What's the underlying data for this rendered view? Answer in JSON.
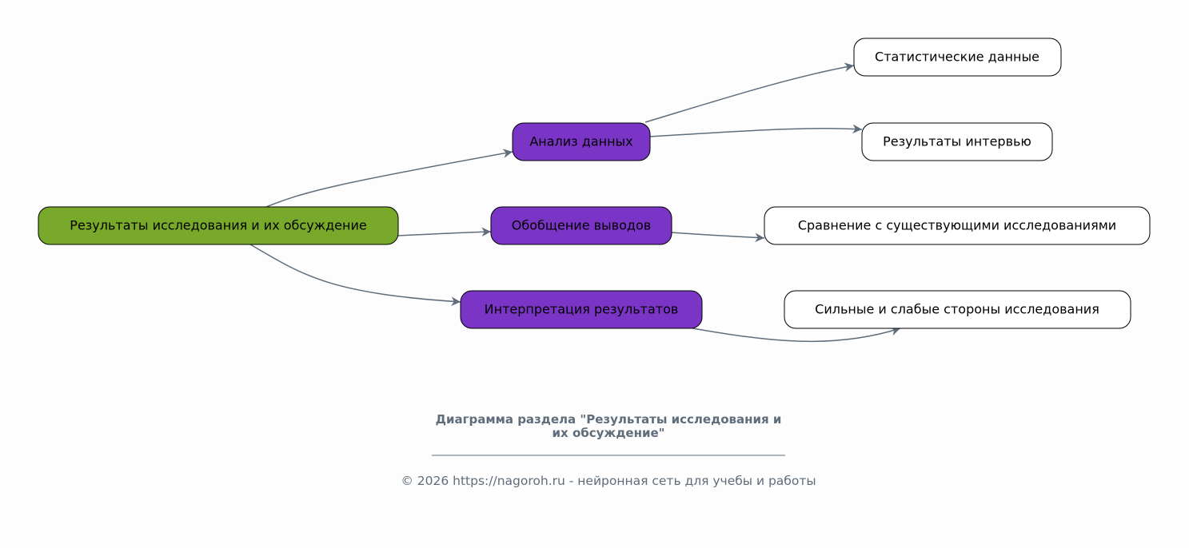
{
  "colors": {
    "root": "#78a92a",
    "branch": "#7b35c6",
    "leaf": "#ffffff",
    "edge": "#5f6d7b",
    "background": "#fdfdfd"
  },
  "nodes": {
    "root": "Результаты исследования и их обсуждение",
    "analysis": "Анализ данных",
    "summary": "Обобщение выводов",
    "interpretation": "Интерпретация результатов",
    "statistics": "Статистические данные",
    "interviews": "Результаты интервью",
    "comparison": "Сравнение с существующими исследованиями",
    "strengths": "Сильные и слабые стороны исследования"
  },
  "caption": {
    "title_line1": "Диаграмма раздела \"Результаты исследования и",
    "title_line2": "их обсуждение\"",
    "footer": "© 2026 https://nagoroh.ru - нейронная сеть для учебы и работы"
  }
}
